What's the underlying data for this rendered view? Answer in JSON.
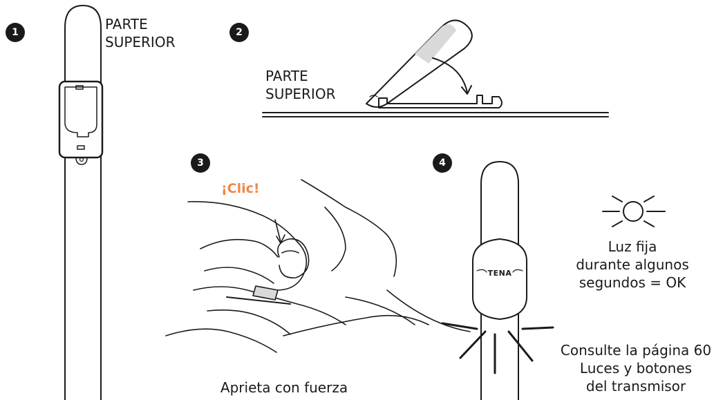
{
  "steps": [
    {
      "number": "1",
      "label": "PARTE\nSUPERIOR"
    },
    {
      "number": "2",
      "label": "PARTE\nSUPERIOR"
    },
    {
      "number": "3",
      "click": "¡Clic!",
      "caption": "Aprieta con fuerza"
    },
    {
      "number": "4",
      "light_text": "Luz fija\ndurante algunos\nsegundos = OK",
      "brand": "TENA",
      "note": "Consulte la página 60\nLuces y botones\ndel transmisor"
    }
  ],
  "colors": {
    "ink": "#1a1a1a",
    "accent": "#f0874a",
    "fill": "#d9d9d9"
  }
}
